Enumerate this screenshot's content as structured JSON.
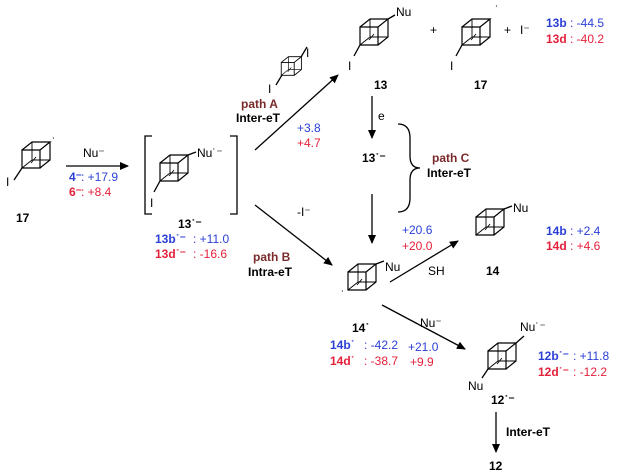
{
  "labels": {
    "cmpd_17_left": "17",
    "nu_reagent": "Nu⁻",
    "e_4": "4⁻",
    "v_4": " : +17.9",
    "e_6": "6⁻",
    "v_6": " : +8.4",
    "cmpd_13r": "13˙⁻",
    "e_13b": "13b˙⁻",
    "v_13b": " : +11.0",
    "e_13d": "13d˙⁻",
    "v_13d": " : -16.6",
    "path_a": "path A",
    "inter_et_a": "Inter-eT",
    "a_v1": "+3.8",
    "a_v2": "+4.7",
    "path_b": "path B",
    "intra_et_b": "Intra-eT",
    "minus_i": "-I⁻",
    "cmpd_13": "13",
    "plus1": "+",
    "cmpd_17_top": "17",
    "plus2": "+",
    "iodide": "I⁻",
    "e_13b_top": "13b",
    "v_13b_top": ": -44.5",
    "e_13d_top": "13d",
    "v_13d_top": ": -40.2",
    "arrow_e": "e",
    "cmpd_13r_mid": "13˙⁻",
    "path_c": "path C",
    "inter_et_c": "Inter-eT",
    "c_v1": "+20.6",
    "c_v2": "+20.0",
    "sh": "SH",
    "cmpd_14": "14",
    "e_14b": "14b",
    "v_14b": ": +2.4",
    "e_14d": "14d",
    "v_14d": ": +4.6",
    "cmpd_14rad": "14˙",
    "e_14b_rad": "14b˙",
    "v_14b_rad": " : -42.2",
    "e_14d_rad": "14d˙",
    "v_14d_rad": " : -38.7",
    "nu_reagent2": "Nu⁻",
    "d_v1": "+21.0",
    "d_v2": "+9.9",
    "cmpd_12r": "12˙⁻",
    "e_12b": "12b˙⁻",
    "v_12b": " : +11.8",
    "e_12d": "12d˙⁻",
    "v_12d": " : -12.2",
    "inter_et_final": "Inter-eT",
    "cmpd_12": "12",
    "atom_i": "I",
    "atom_nu": "Nu",
    "atom_nu_rad": "Nu˙⁻",
    "radical_dot": "˙"
  }
}
